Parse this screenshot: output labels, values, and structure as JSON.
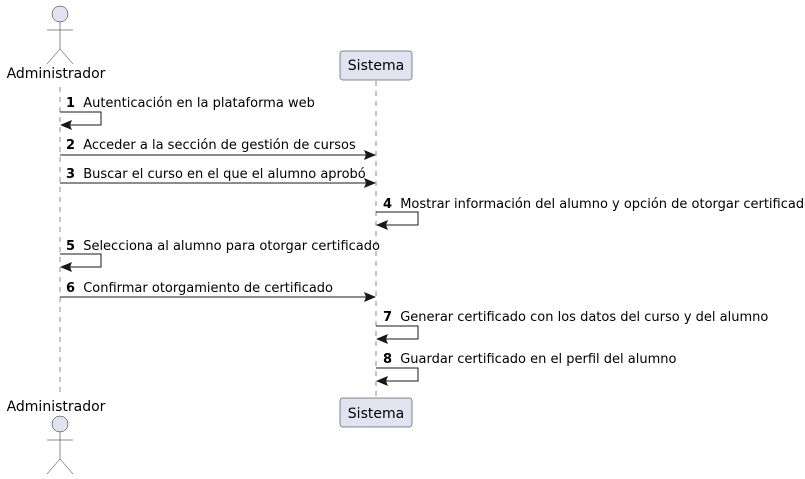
{
  "participants": {
    "actor": "Administrador",
    "system": "Sistema"
  },
  "messages": [
    {
      "num": "1",
      "text": "Autenticación en la plataforma web"
    },
    {
      "num": "2",
      "text": "Acceder a la sección de gestión de cursos"
    },
    {
      "num": "3",
      "text": "Buscar el curso en el que el alumno aprobó"
    },
    {
      "num": "4",
      "text": "Mostrar información del alumno y opción de otorgar certificado"
    },
    {
      "num": "5",
      "text": "Selecciona al alumno para otorgar certificado"
    },
    {
      "num": "6",
      "text": "Confirmar otorgamiento de certificado"
    },
    {
      "num": "7",
      "text": "Generar certificado con los datos del curso y del alumno"
    },
    {
      "num": "8",
      "text": "Guardar certificado en el perfil del alumno"
    }
  ],
  "colors": {
    "participant_fill": "#E2E2F0",
    "line": "#181818"
  }
}
